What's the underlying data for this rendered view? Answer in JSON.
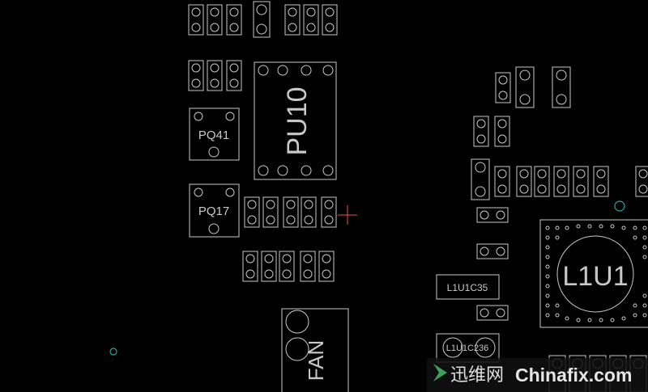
{
  "board": {
    "background": "#000000",
    "silkscreen_color": "#c8c8c8",
    "cursor_color": "#e05050",
    "via_color": "#2aa6a6"
  },
  "labels": {
    "pu10": "PU10",
    "pq41": "PQ41",
    "pq17": "PQ17",
    "l1u1": "L1U1",
    "l1u1c35": "L1U1C35",
    "l1u1c236": "L1U1C236",
    "fan": "FAN"
  },
  "watermark": {
    "left": "迅维网",
    "right": "Chinafix.com"
  }
}
